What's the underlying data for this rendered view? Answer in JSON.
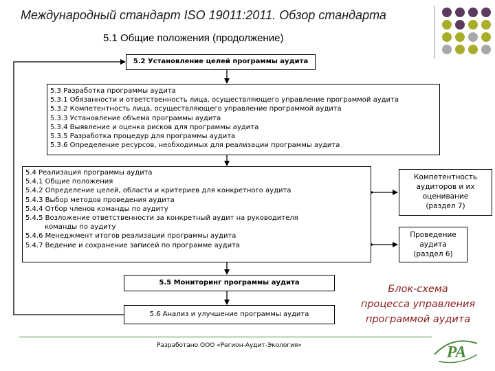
{
  "title": "Международный стандарт ISO 19011:2011. Обзор стандарта",
  "subtitle": "5.1 Общие положения (продолжение)",
  "box_5_2": "5.2 Установление целей программы аудита",
  "box_5_3": [
    "5.3 Разработка программы аудита",
    "5.3.1 Обязанности и ответственность лица, осуществляющего управление программой аудита",
    "5.3.2 Компетентность лица, осуществляющего управление программой аудита",
    "5.3.3 Установление объема программы аудита",
    "5.3.4 Выявление и оценка рисков для программы аудита",
    "5.3.5 Разработка процедур для программы аудита",
    "5.3.6 Определение ресурсов, необходимых для реализации программы аудита"
  ],
  "box_5_4": [
    "5.4 Реализация программы аудита",
    "5.4.1 Общие положения",
    "5.4.2 Определение целей, области и критериев для конкретного аудита",
    "5.4.3 Выбор методов проведения аудита",
    "5.4.4 Отбор членов команды по аудиту",
    "5.4.5 Возложение ответственности за конкретный аудит на руководителя",
    "команды по аудиту",
    "5.4.6 Менеджмент итогов реализации программы аудита",
    "5.4.7 Ведение и сохранение записей по программе аудита"
  ],
  "box_5_5": "5.5 Мониторинг программы аудита",
  "box_5_6": "5.6 Анализ и улучшение программы аудита",
  "side_box_1": [
    "Компетентность",
    "аудиторов и их",
    "оценивание",
    "(раздел 7)"
  ],
  "side_box_2": [
    "Проведение",
    "аудита",
    "(раздел 6)"
  ],
  "caption": [
    "Блок-схема",
    "процесса управления",
    "программой аудита"
  ],
  "footer": "Разработано ООО «Регион-Аудит-Экология»",
  "logo_text": "РА",
  "colors": {
    "dot_purple": "#5b3a5e",
    "dot_olive": "#a8ad2a",
    "dot_gray": "#a8a8a8",
    "caption": "#8b1a1a",
    "logo_green": "#4c8a3c"
  }
}
